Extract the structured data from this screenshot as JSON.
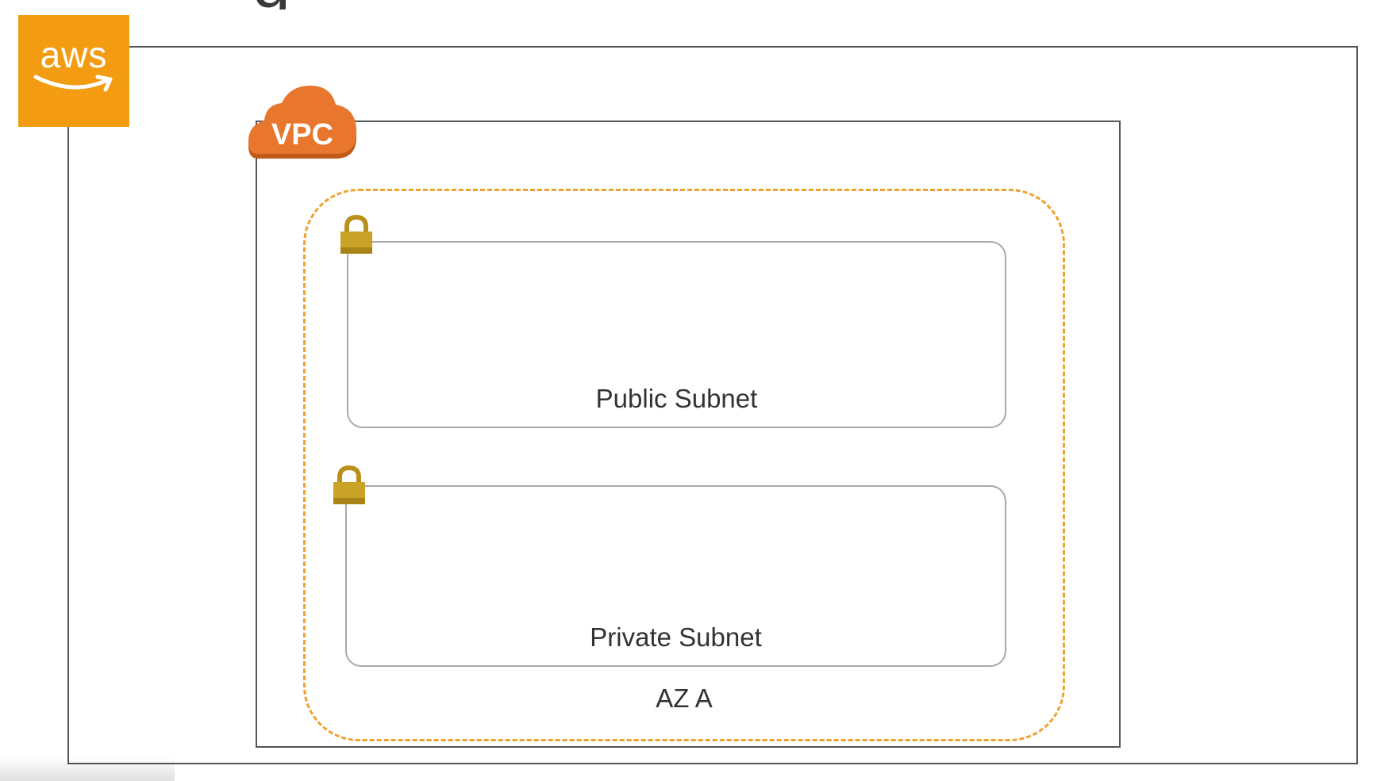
{
  "title_fragment": "g",
  "aws": {
    "logo_text": "aws",
    "brand_color": "#F39C12"
  },
  "vpc": {
    "label": "VPC",
    "cloud_color": "#E8762D"
  },
  "availability_zone": {
    "label": "AZ A",
    "border_color": "#F0A22E"
  },
  "subnets": [
    {
      "label": "Public Subnet",
      "lock_icon": "lock-icon"
    },
    {
      "label": "Private Subnet",
      "lock_icon": "lock-icon"
    }
  ],
  "colors": {
    "lock": "#C9A227",
    "subnet_border": "#a8a8a8"
  }
}
